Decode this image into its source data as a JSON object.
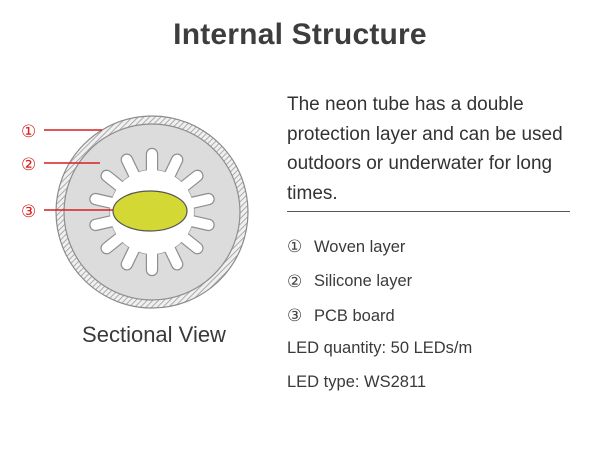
{
  "title": "Internal Structure",
  "diagram": {
    "markers": [
      "①",
      "②",
      "③"
    ],
    "caption": "Sectional View",
    "colors": {
      "callout": "#d81e1e",
      "woven": "#bdbdbd",
      "silicone": "#dcdcdc",
      "pcb": "#d4d834"
    }
  },
  "description": "The neon tube has a double protection layer and can be used outdoors or underwater for long times.",
  "legend": [
    {
      "num": "①",
      "label": "Woven layer"
    },
    {
      "num": "②",
      "label": "Silicone layer"
    },
    {
      "num": "③",
      "label": "PCB board"
    }
  ],
  "specs": [
    "LED quantity: 50 LEDs/m",
    "LED type: WS2811"
  ]
}
